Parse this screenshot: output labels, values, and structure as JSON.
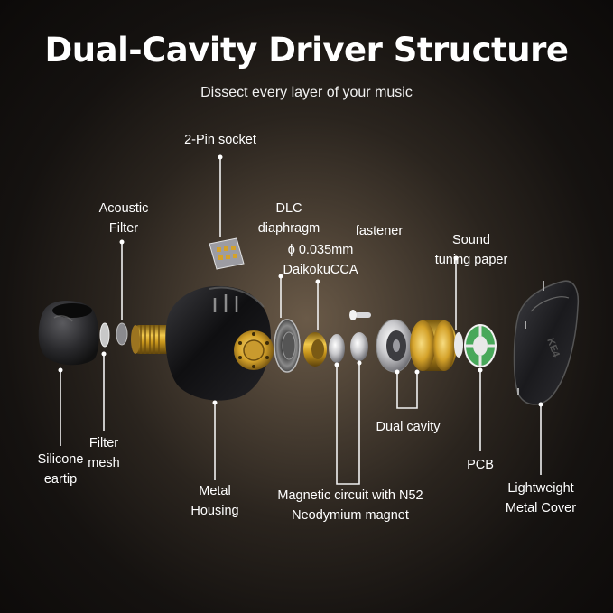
{
  "header": {
    "title": "Dual-Cavity Driver Structure",
    "subtitle": "Dissect every layer of your music"
  },
  "labels": {
    "socket": "2-Pin socket",
    "acoustic_filter_l1": "Acoustic",
    "acoustic_filter_l2": "Filter",
    "dlc_l1": "DLC",
    "dlc_l2": "diaphragm",
    "dlc_l3": "ϕ 0.035mm",
    "dlc_l4": "DaikokuCCA",
    "fastener": "fastener",
    "sound_paper_l1": "Sound",
    "sound_paper_l2": "tuning paper",
    "eartip_l1": "Silicone",
    "eartip_l2": "eartip",
    "filter_mesh_l1": "Filter",
    "filter_mesh_l2": "mesh",
    "housing_l1": "Metal",
    "housing_l2": "Housing",
    "magnet_l1": "Magnetic circuit with N52",
    "magnet_l2": "Neodymium magnet",
    "dual_cavity": "Dual cavity",
    "pcb": "PCB",
    "cover_l1": "Lightweight",
    "cover_l2": "Metal Cover",
    "cover_logo": "KE4"
  }
}
